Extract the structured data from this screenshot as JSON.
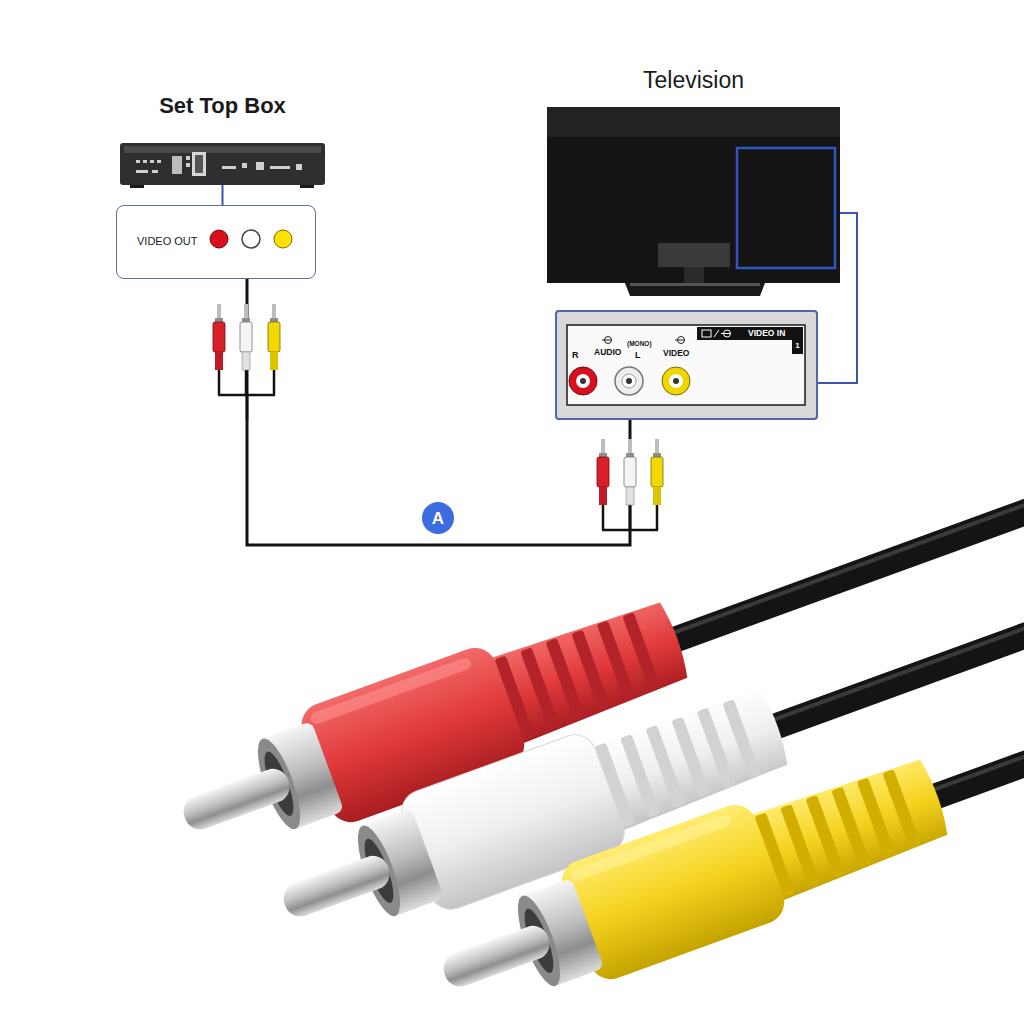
{
  "diagram": {
    "nodes": [
      {
        "text": [
          "Set Top Box"
        ]
      },
      {
        "text": [
          "VIDEO OUT"
        ]
      },
      {
        "text": [
          "Television"
        ]
      },
      {
        "text": [
          "VIDEO IN",
          "1",
          "R",
          "AUDIO",
          "(MONO)",
          "L",
          "VIDEO"
        ]
      }
    ],
    "edges": [
      {
        "from": 0,
        "to": 1,
        "arrow": "none"
      },
      {
        "from": 2,
        "to": 3,
        "arrow": "none"
      },
      {
        "from": 1,
        "to": 3,
        "arrow": "none",
        "label": "A"
      }
    ]
  }
}
